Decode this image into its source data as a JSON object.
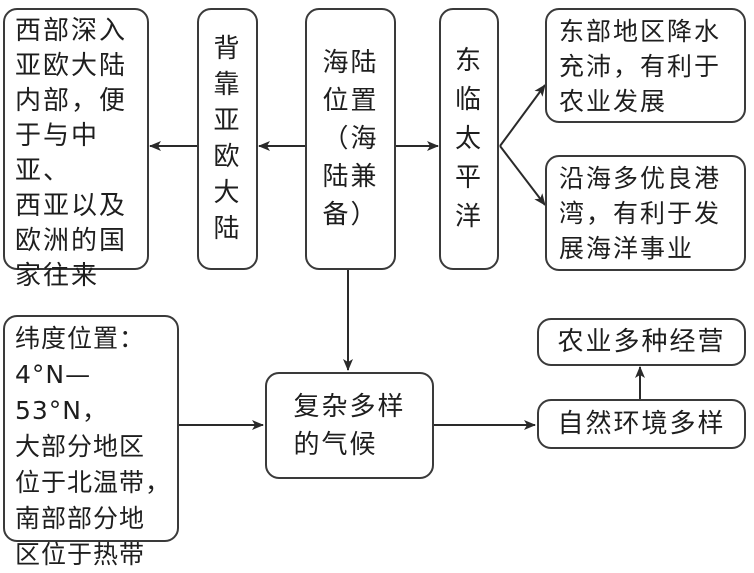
{
  "title": "海陆位置与纬度位置对中国的影响",
  "nodes": {
    "west_inland": "西部深入\n亚欧大陆\n内部，便\n于与中亚、\n西亚以及\n欧洲的国\n家往来",
    "backed_eurasia": "背\n靠\n亚\n欧\n大\n陆",
    "sea_land_position": "海陆\n位置\n（海\n陆兼\n备）",
    "east_pacific": "东\n临\n太\n平\n洋",
    "east_rainfall": "东部地区降水\n充沛，有利于\n农业发展",
    "coastal_harbors": "沿海多优良港\n湾，有利于发\n展海洋事业",
    "latitude_position": "纬度位置：\n4°N—53°N，\n大部分地区\n位于北温带，\n南部部分地\n区位于热带",
    "complex_climate": "复杂多样\n的气候",
    "diverse_agriculture": "农业多种经营",
    "diverse_environment": "自然环境多样"
  },
  "edges": [
    {
      "from": "sea_land_position",
      "to": "backed_eurasia"
    },
    {
      "from": "backed_eurasia",
      "to": "west_inland"
    },
    {
      "from": "sea_land_position",
      "to": "east_pacific"
    },
    {
      "from": "east_pacific",
      "to": "east_rainfall"
    },
    {
      "from": "east_pacific",
      "to": "coastal_harbors"
    },
    {
      "from": "sea_land_position",
      "to": "complex_climate"
    },
    {
      "from": "latitude_position",
      "to": "complex_climate"
    },
    {
      "from": "complex_climate",
      "to": "diverse_environment"
    },
    {
      "from": "diverse_environment",
      "to": "diverse_agriculture"
    }
  ]
}
